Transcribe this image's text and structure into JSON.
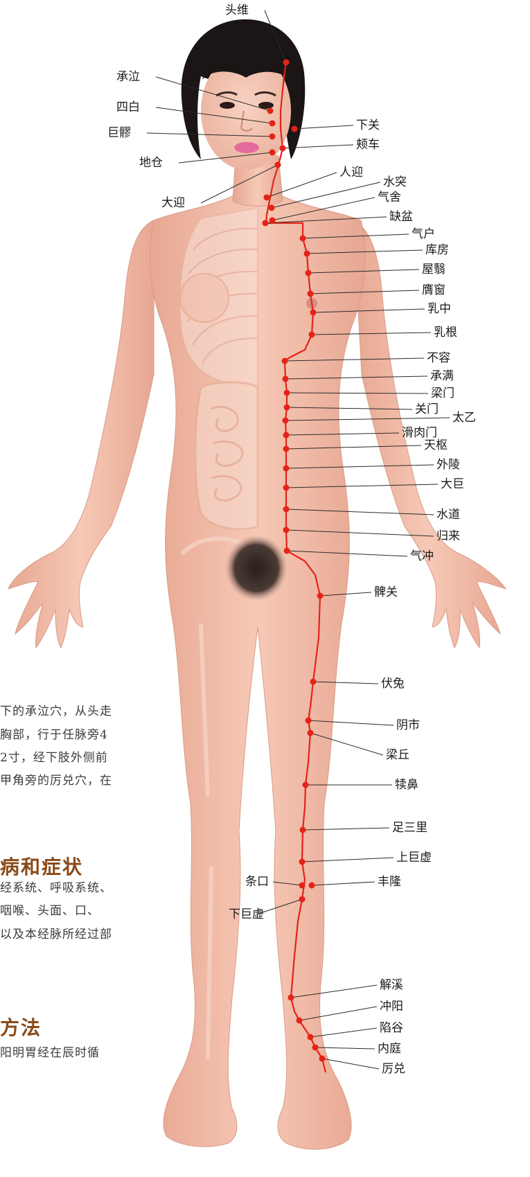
{
  "colors": {
    "meridian": "#e42318",
    "leader": "#2a2a2a",
    "skin": "#f2bda8",
    "skin_shadow": "#e29f8b",
    "hair": "#1a1414",
    "organ": "#f7d9cf",
    "heading": "#8a4a18",
    "body_text": "#3a3a3a"
  },
  "acupoints": [
    {
      "name": "头维"
    },
    {
      "name": "承泣"
    },
    {
      "name": "四白"
    },
    {
      "name": "巨髎"
    },
    {
      "name": "地仓"
    },
    {
      "name": "大迎"
    },
    {
      "name": "下关"
    },
    {
      "name": "颊车"
    },
    {
      "name": "人迎"
    },
    {
      "name": "水突"
    },
    {
      "name": "气舍"
    },
    {
      "name": "缺盆"
    },
    {
      "name": "气户"
    },
    {
      "name": "库房"
    },
    {
      "name": "屋翳"
    },
    {
      "name": "膺窗"
    },
    {
      "name": "乳中"
    },
    {
      "name": "乳根"
    },
    {
      "name": "不容"
    },
    {
      "name": "承满"
    },
    {
      "name": "梁门"
    },
    {
      "name": "关门"
    },
    {
      "name": "太乙"
    },
    {
      "name": "滑肉门"
    },
    {
      "name": "天枢"
    },
    {
      "name": "外陵"
    },
    {
      "name": "大巨"
    },
    {
      "name": "水道"
    },
    {
      "name": "归来"
    },
    {
      "name": "气冲"
    },
    {
      "name": "髀关"
    },
    {
      "name": "伏兔"
    },
    {
      "name": "阴市"
    },
    {
      "name": "梁丘"
    },
    {
      "name": "犊鼻"
    },
    {
      "name": "足三里"
    },
    {
      "name": "上巨虚"
    },
    {
      "name": "条口"
    },
    {
      "name": "丰隆"
    },
    {
      "name": "下巨虚"
    },
    {
      "name": "解溪"
    },
    {
      "name": "冲阳"
    },
    {
      "name": "陷谷"
    },
    {
      "name": "内庭"
    },
    {
      "name": "厉兑"
    }
  ],
  "text": {
    "p1": [
      "下的承泣穴，从头走",
      "胸部，行于任脉旁4",
      "2寸，经下肢外侧前",
      "甲角旁的厉兑穴，在"
    ],
    "h1": "病和症状",
    "p2": [
      "经系统、呼吸系统、",
      "咽喉、头面、口、",
      "以及本经脉所经过部"
    ],
    "h2": "方法",
    "p3": [
      "阳明胃经在辰时循"
    ]
  }
}
